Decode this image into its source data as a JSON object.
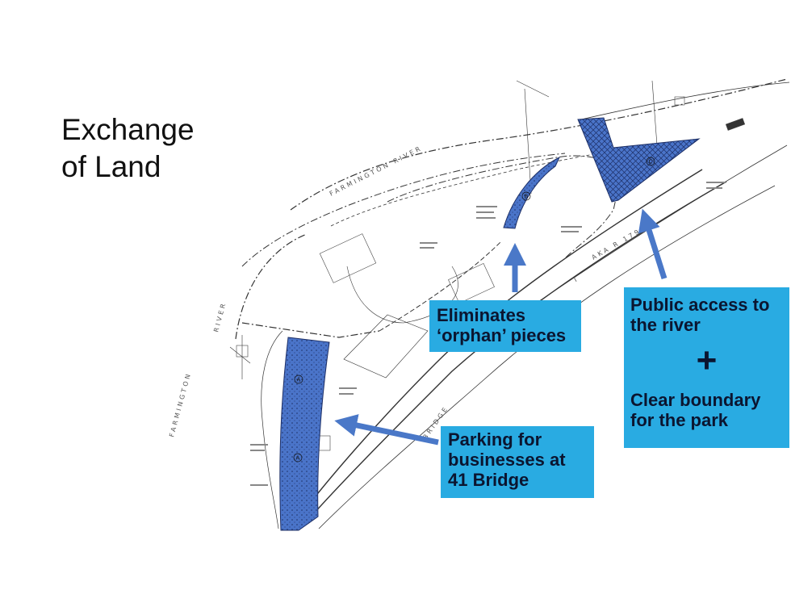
{
  "slide": {
    "title_line1": "Exchange",
    "title_line2": "of Land"
  },
  "map_labels": {
    "river_north": "FARMINGTON RIVER",
    "river_west": "RIVER",
    "river_west2": "FARMINGTON",
    "road": "AKA R 179",
    "street": "T",
    "bridge": "BRIDGE"
  },
  "callouts": {
    "orphan": {
      "line1": "Eliminates",
      "line2": "‘orphan’ pieces"
    },
    "parking": {
      "line1": "Parking for",
      "line2": "businesses at",
      "line3": "41 Bridge"
    },
    "river": {
      "line1": "Public access to",
      "line2": "the river",
      "plus": "+",
      "line3": "Clear boundary",
      "line4": "for the park"
    }
  },
  "parcel_letters": [
    "A",
    "A",
    "B",
    "C"
  ],
  "colors": {
    "callout_bg": "#29abe2",
    "callout_text": "#0b1530",
    "parcel_fill": "#4a74c9",
    "arrow": "#4a78c8"
  }
}
